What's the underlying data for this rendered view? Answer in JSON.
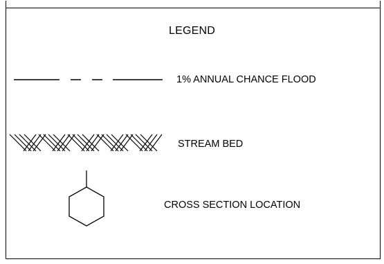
{
  "legend": {
    "title": "LEGEND",
    "entries": [
      {
        "symbol": "dashed-line",
        "label": "1% ANNUAL CHANCE FLOOD"
      },
      {
        "symbol": "hatched-band",
        "label": "STREAM BED"
      },
      {
        "symbol": "hexagon-with-stem",
        "label": "CROSS SECTION LOCATION"
      }
    ]
  }
}
